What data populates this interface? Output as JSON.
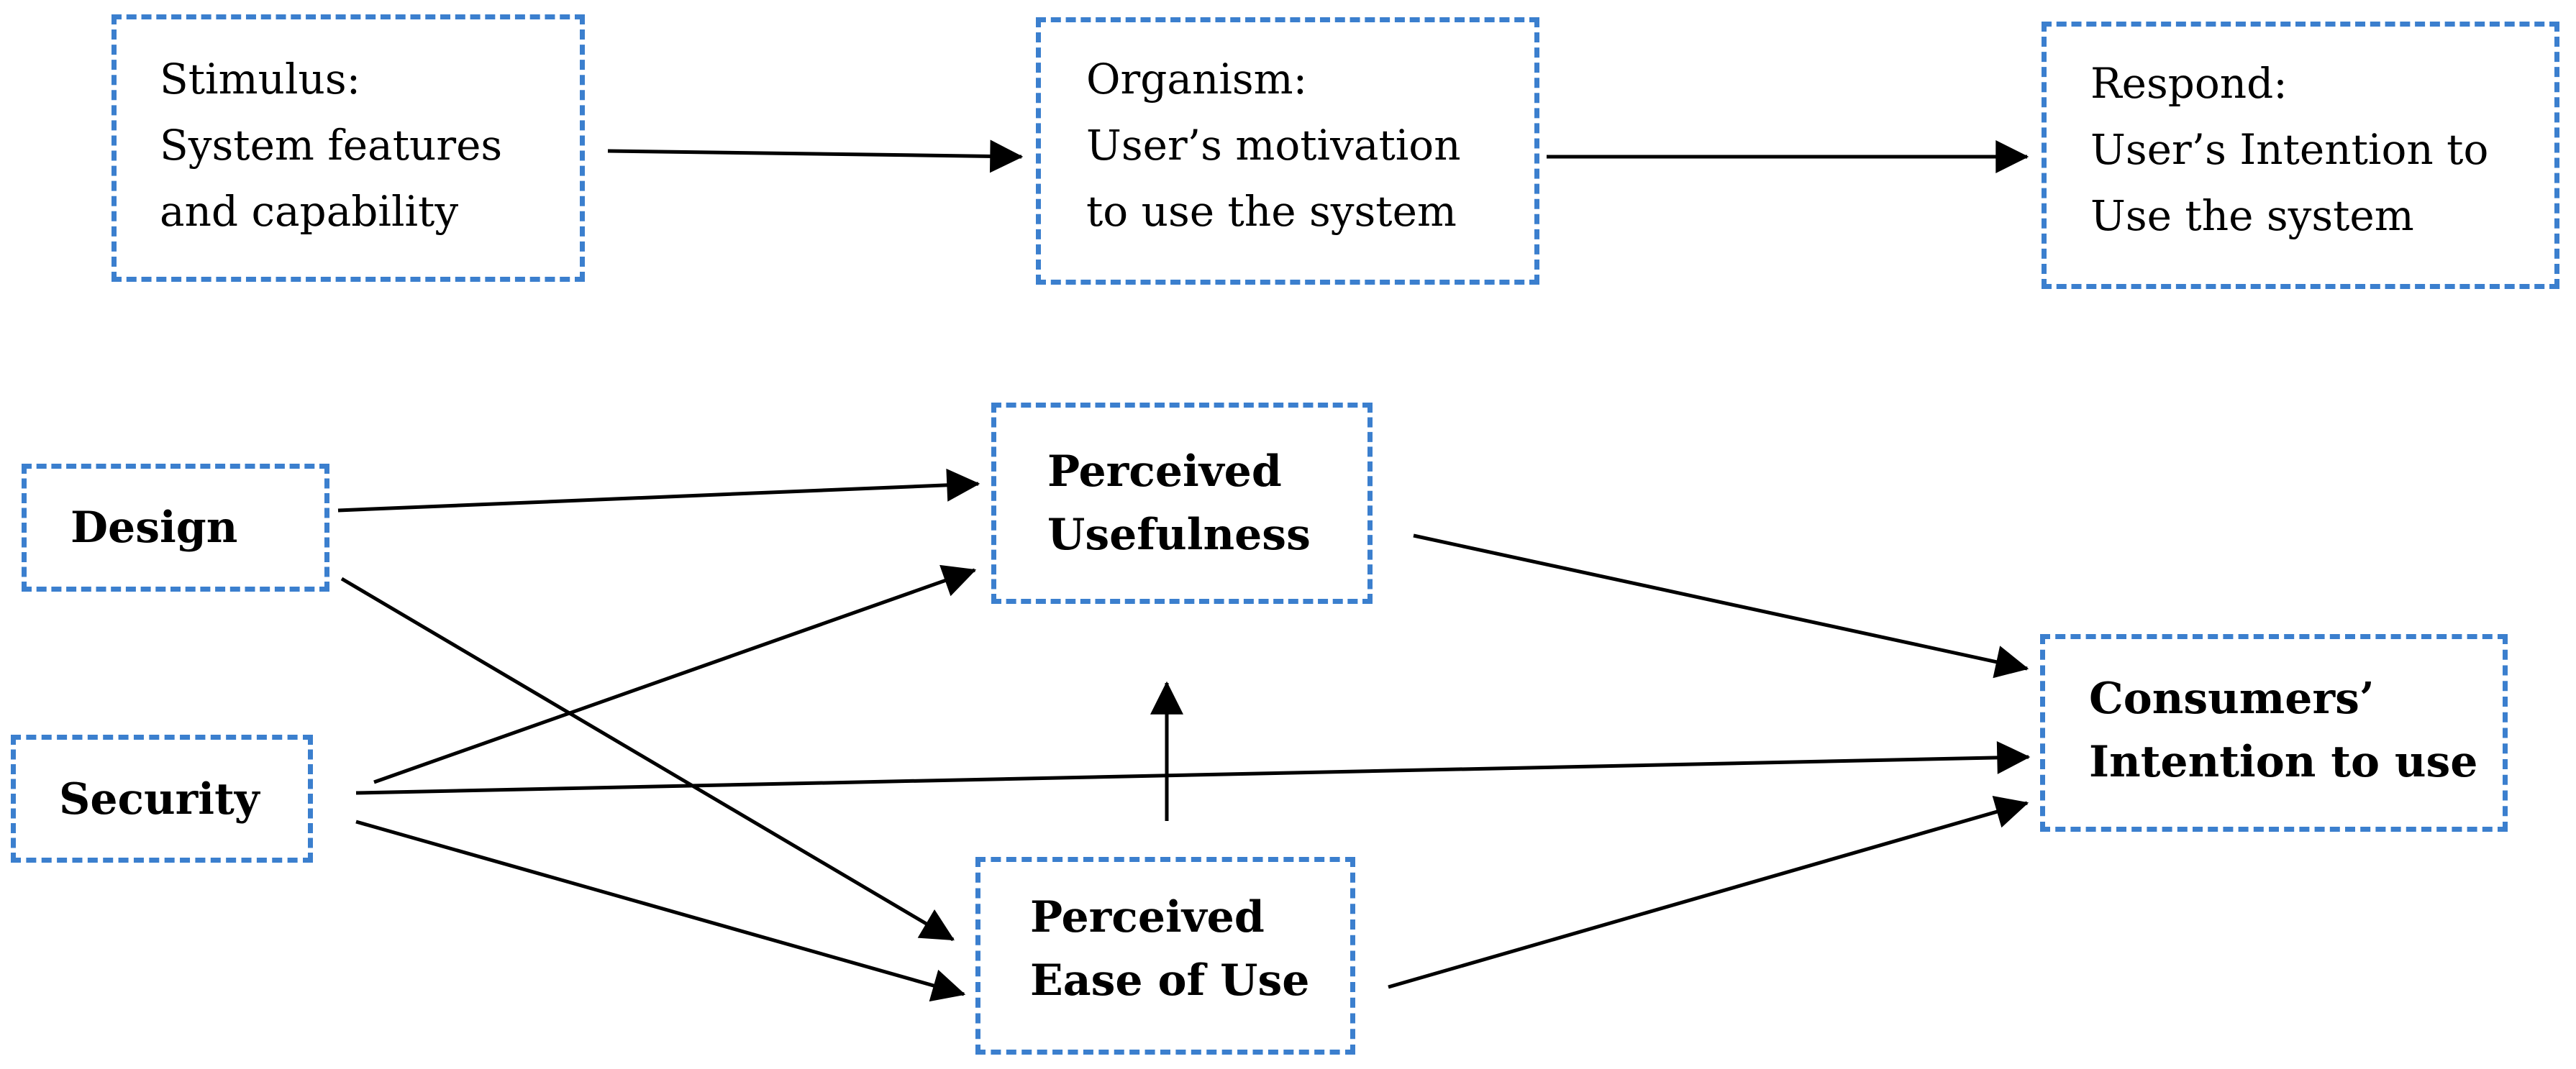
{
  "top_row": {
    "stimulus": "Stimulus:\nSystem features\nand capability",
    "organism": "Organism:\nUser’s motivation\nto use the system",
    "respond": "Respond:\nUser’s Intention to\nUse the system"
  },
  "model": {
    "design": "Design",
    "security": "Security",
    "perceived_usefulness": "Perceived\nUsefulness",
    "perceived_ease_of_use": "Perceived\nEase of Use",
    "consumers_intention": "Consumers’\nIntention to use"
  },
  "colors": {
    "box_border": "#3b7fce",
    "arrow": "#000000"
  }
}
